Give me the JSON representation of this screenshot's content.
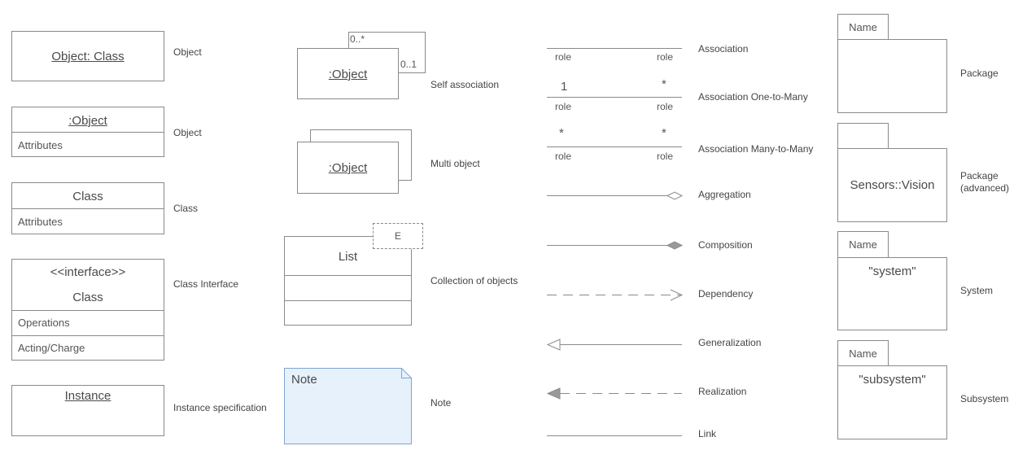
{
  "column1": {
    "object_class": {
      "title": "Object: Class",
      "label": "Object"
    },
    "object_attrs": {
      "title": ":Object",
      "attributes": "Attributes",
      "label": "Object"
    },
    "class": {
      "title": "Class",
      "attributes": "Attributes",
      "label": "Class"
    },
    "interface": {
      "stereotype": "<<interface>>",
      "title": "Class",
      "operations": "Operations",
      "acting": "Acting/Charge",
      "label": "Class Interface"
    },
    "instance": {
      "title": "Instance",
      "label": "Instance specification"
    }
  },
  "column2": {
    "self_assoc": {
      "title": ":Object",
      "mult_top": "0..*",
      "mult_right": "0..1",
      "label": "Self association"
    },
    "multi_object": {
      "title": ":Object",
      "label": "Multi object"
    },
    "collection": {
      "title": "List",
      "param": "E",
      "label": "Collection of objects"
    },
    "note": {
      "title": "Note",
      "label": "Note",
      "fill": "#e6f1fc",
      "stroke": "#7fa6cf"
    }
  },
  "relations": {
    "association": {
      "label": "Association",
      "role_left": "role",
      "role_right": "role"
    },
    "one_to_many": {
      "label": "Association One-to-Many",
      "mult_left": "1",
      "mult_right": "*",
      "role_left": "role",
      "role_right": "role"
    },
    "many_to_many": {
      "label": "Association Many-to-Many",
      "mult_left": "*",
      "mult_right": "*",
      "role_left": "role",
      "role_right": "role"
    },
    "aggregation": {
      "label": "Aggregation"
    },
    "composition": {
      "label": "Composition"
    },
    "dependency": {
      "label": "Dependency"
    },
    "generalization": {
      "label": "Generalization"
    },
    "realization": {
      "label": "Realization"
    },
    "link": {
      "label": "Link"
    }
  },
  "packages": {
    "package": {
      "tab": "Name",
      "label": "Package"
    },
    "package_adv": {
      "body": "Sensors::Vision",
      "label_line1": "Package",
      "label_line2": "(advanced)"
    },
    "system": {
      "tab": "Name",
      "body": "\"system\"",
      "label": "System"
    },
    "subsystem": {
      "tab": "Name",
      "body": "\"subsystem\"",
      "label": "Subsystem"
    }
  }
}
